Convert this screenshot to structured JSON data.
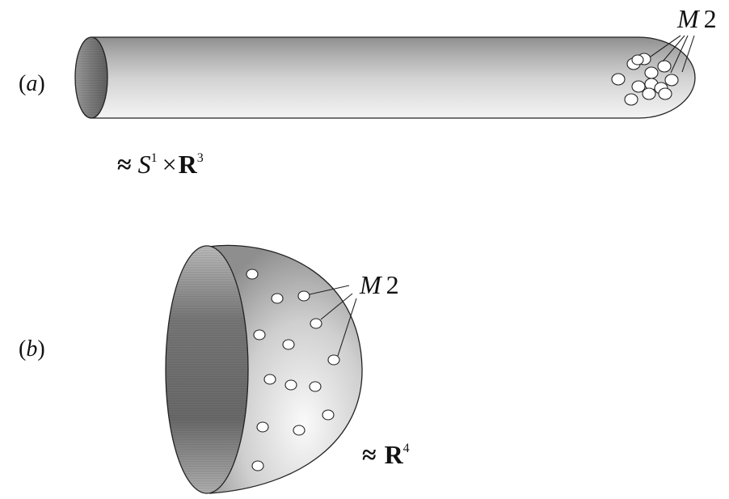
{
  "panel_a": {
    "label_open": "(",
    "label_letter": "a",
    "label_close": ")",
    "brane_label_M": "M",
    "brane_label_num": "2",
    "geometry_approx": "≈",
    "geometry_S": "S",
    "geometry_S_sup": "1",
    "geometry_times": "×",
    "geometry_R": "R",
    "geometry_R_sup": "3"
  },
  "panel_b": {
    "label_open": "(",
    "label_letter": "b",
    "label_close": ")",
    "brane_label_M": "M",
    "brane_label_num": "2",
    "geometry_approx": "≈",
    "geometry_R": "R",
    "geometry_R_sup": "4"
  },
  "colors": {
    "tube_dark": "#7a7a7a",
    "tube_light": "#f2f2f2",
    "outline": "#222222",
    "brane_fill": "#ffffff"
  }
}
